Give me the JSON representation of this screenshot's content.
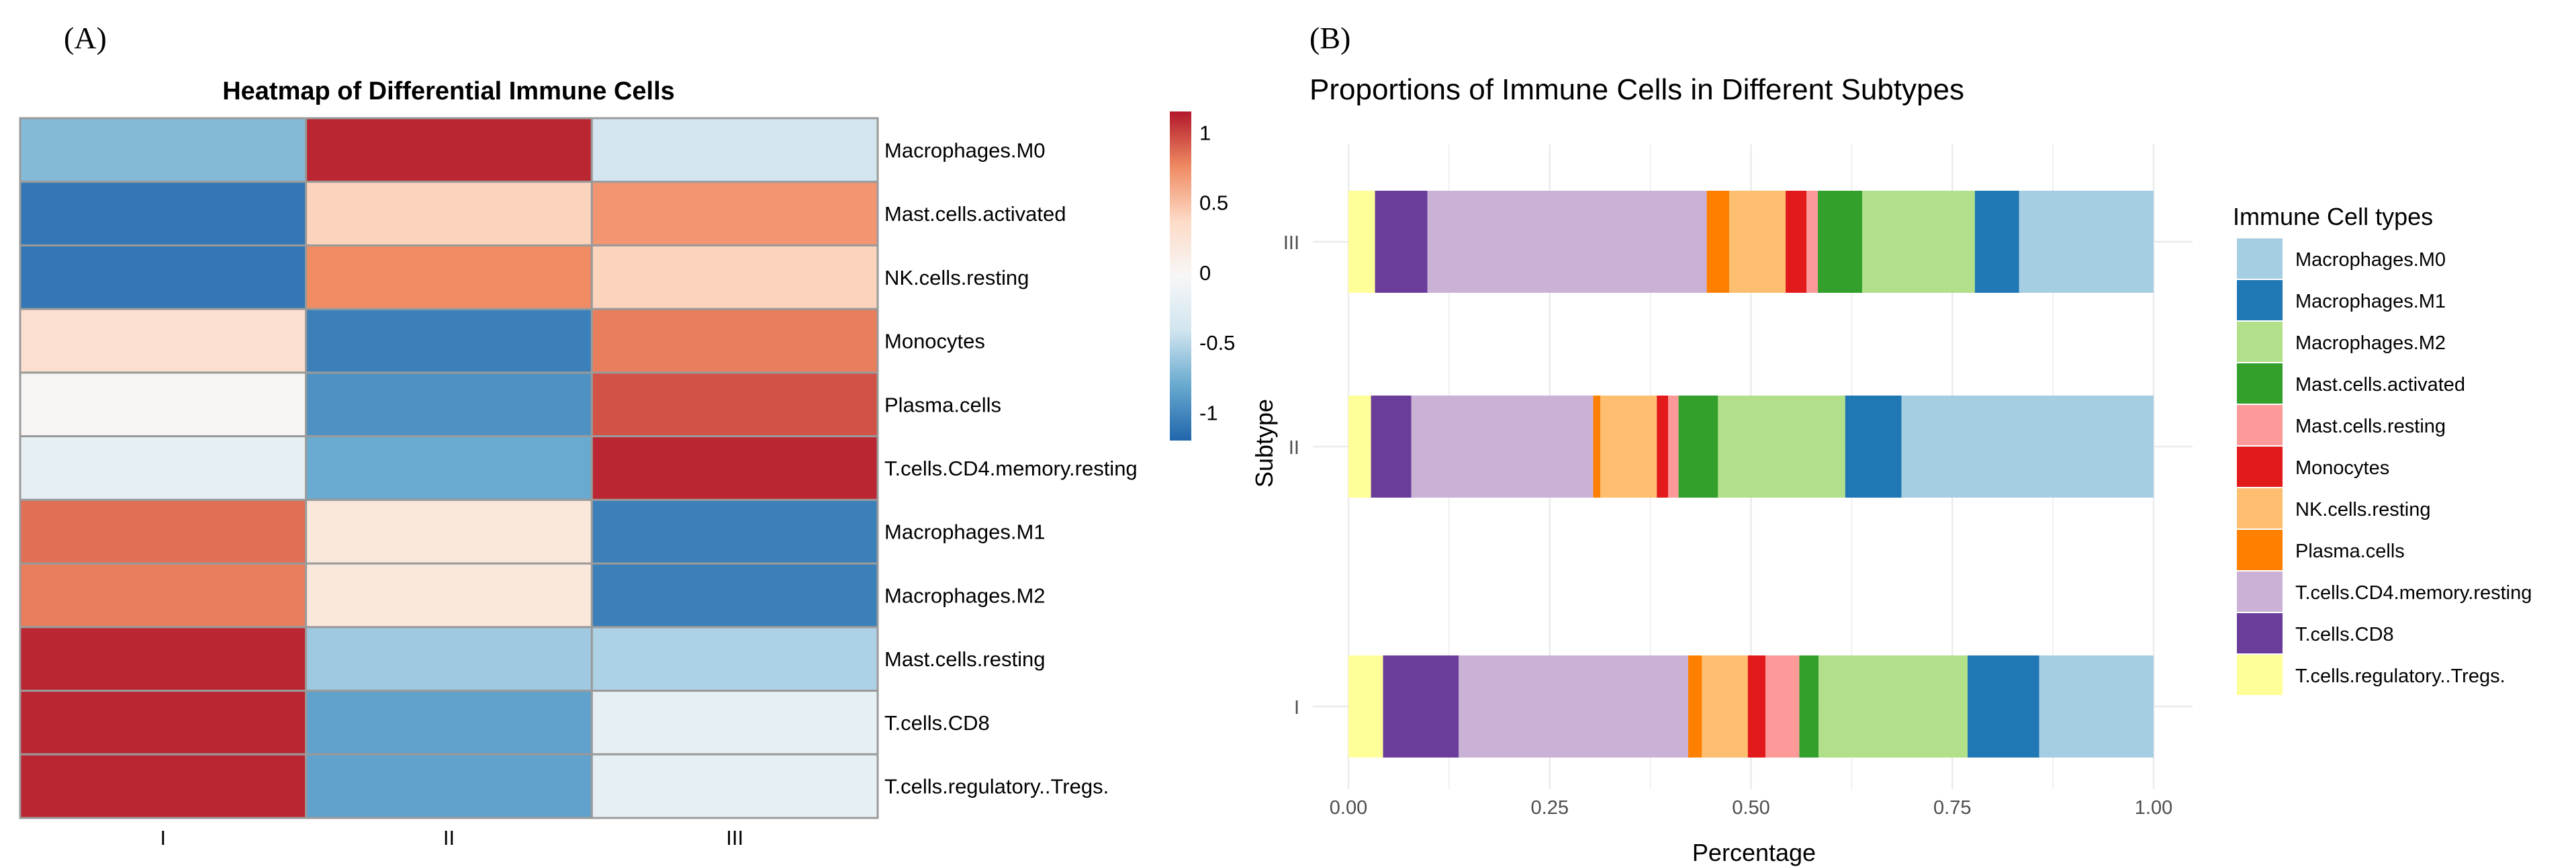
{
  "panels": {
    "a_label": "(A)",
    "b_label": "(B)"
  },
  "chart_data": [
    {
      "type": "heatmap",
      "title": "Heatmap of Differential Immune Cells",
      "columns": [
        "I",
        "II",
        "III"
      ],
      "rows": [
        "Macrophages.M0",
        "Mast.cells.activated",
        "NK.cells.resting",
        "Monocytes",
        "Plasma.cells",
        "T.cells.CD4.memory.resting",
        "Macrophages.M1",
        "Macrophages.M2",
        "Mast.cells.resting",
        "T.cells.CD8",
        "T.cells.regulatory..Tregs."
      ],
      "values": [
        [
          -0.7,
          1.1,
          -0.4
        ],
        [
          -1.1,
          0.4,
          0.7
        ],
        [
          -1.1,
          0.75,
          0.4
        ],
        [
          0.3,
          -1.05,
          0.8
        ],
        [
          0.0,
          -0.95,
          0.95
        ],
        [
          -0.2,
          -0.8,
          1.1
        ],
        [
          0.85,
          0.2,
          -1.05
        ],
        [
          0.8,
          0.2,
          -1.05
        ],
        [
          1.1,
          -0.6,
          -0.55
        ],
        [
          1.1,
          -0.85,
          -0.2
        ],
        [
          1.1,
          -0.85,
          -0.2
        ]
      ],
      "colorbar": {
        "ticks": [
          1,
          0.5,
          0,
          -0.5,
          -1
        ],
        "tick_labels": [
          "1",
          "0.5",
          "0",
          "-0.5",
          "-1"
        ],
        "range": [
          -1.2,
          1.15
        ],
        "colors": [
          "#2166ac",
          "#67a9cf",
          "#d1e5f0",
          "#f7f7f7",
          "#fddbc7",
          "#ef8a62",
          "#b2182b"
        ]
      }
    },
    {
      "type": "bar",
      "stacked": true,
      "orientation": "horizontal",
      "title": "Proportions of Immune Cells in Different Subtypes",
      "xlabel": "Percentage",
      "ylabel": "Subtype",
      "xlim": [
        0,
        1
      ],
      "x_ticks": [
        "0.00",
        "0.25",
        "0.50",
        "0.75",
        "1.00"
      ],
      "categories": [
        "I",
        "II",
        "III"
      ],
      "grid": true,
      "legend": {
        "title": "Immune Cell types",
        "placement": "right"
      },
      "series": [
        {
          "name": "Macrophages.M0",
          "color": "#a6cee3",
          "values": [
            0.142,
            0.313,
            0.167
          ]
        },
        {
          "name": "Macrophages.M1",
          "color": "#1f78b4",
          "values": [
            0.089,
            0.07,
            0.055
          ]
        },
        {
          "name": "Macrophages.M2",
          "color": "#b2df8a",
          "values": [
            0.185,
            0.158,
            0.14
          ]
        },
        {
          "name": "Mast.cells.activated",
          "color": "#33a02c",
          "values": [
            0.024,
            0.049,
            0.055
          ]
        },
        {
          "name": "Mast.cells.resting",
          "color": "#fb9a99",
          "values": [
            0.042,
            0.013,
            0.014
          ]
        },
        {
          "name": "Monocytes",
          "color": "#e31a1c",
          "values": [
            0.022,
            0.014,
            0.026
          ]
        },
        {
          "name": "NK.cells.resting",
          "color": "#fdbf6f",
          "values": [
            0.057,
            0.07,
            0.07
          ]
        },
        {
          "name": "Plasma.cells",
          "color": "#ff7f00",
          "values": [
            0.017,
            0.009,
            0.028
          ]
        },
        {
          "name": "T.cells.CD4.memory.resting",
          "color": "#cab2d6",
          "values": [
            0.285,
            0.226,
            0.347
          ]
        },
        {
          "name": "T.cells.CD8",
          "color": "#6a3d9a",
          "values": [
            0.094,
            0.05,
            0.065
          ]
        },
        {
          "name": "T.cells.regulatory..Tregs.",
          "color": "#ffff99",
          "values": [
            0.043,
            0.028,
            0.033
          ]
        }
      ]
    }
  ]
}
